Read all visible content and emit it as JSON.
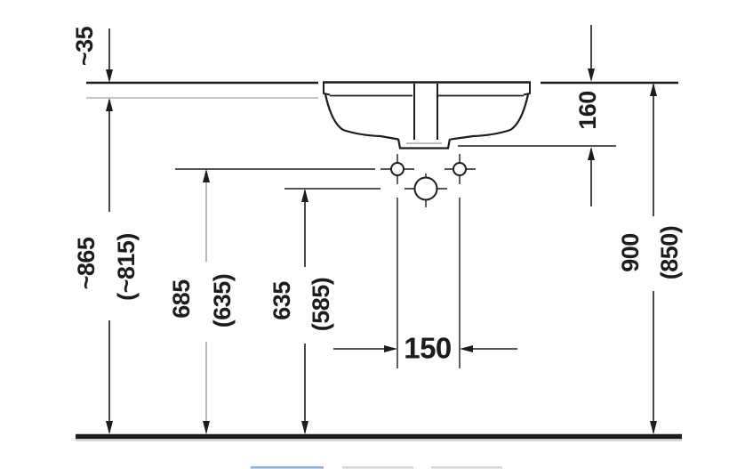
{
  "drawing": {
    "type": "dimension-drawing",
    "subject": "Undercounter washbasin with console, front elevation with installation dimensions",
    "units": "mm",
    "colors": {
      "ink": "#1c1c1c",
      "secondary_line": "#a6a6a6",
      "floor_shadow": "#c9c9c9"
    }
  },
  "labels": {
    "console_thickness": "~35",
    "floor_to_console_underside": "~865",
    "floor_to_console_underside_alt": "(~815)",
    "floor_to_fixing_holes": "685",
    "floor_to_fixing_holes_alt": "(635)",
    "floor_to_tap_hole": "635",
    "floor_to_tap_hole_alt": "(585)",
    "console_top_to_fixing_depth": "160",
    "floor_to_console_top": "900",
    "floor_to_console_top_alt": "(850)",
    "fixing_hole_spacing": "150"
  },
  "carousel": {
    "count": 3,
    "active_index": 0,
    "active_color": "#8fafd7",
    "inactive_color": "#d6d6d6"
  }
}
